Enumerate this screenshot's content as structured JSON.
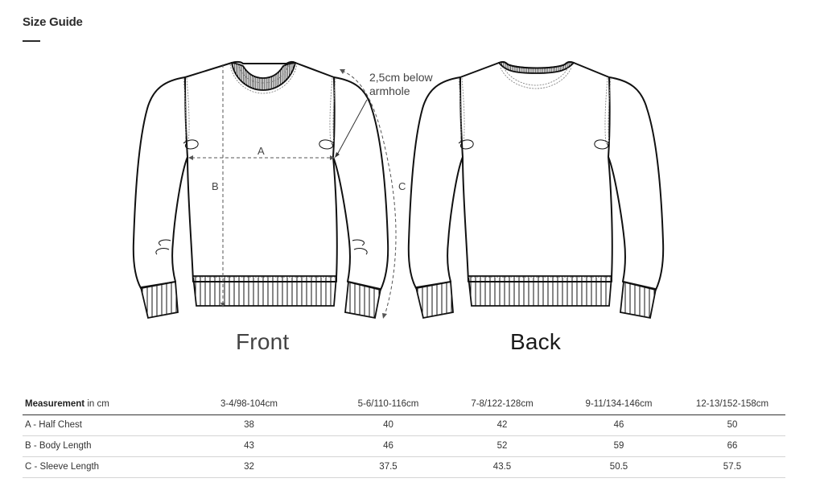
{
  "header": {
    "title": "Size Guide"
  },
  "illustration": {
    "front_label": "Front",
    "back_label": "Back",
    "armhole_note_line1": "2,5cm below",
    "armhole_note_line2": "armhole",
    "dimension_a": "A",
    "dimension_b": "B",
    "dimension_c": "C",
    "stroke_color": "#111111",
    "dash_color": "#555555"
  },
  "table": {
    "header_bold": "Measurement",
    "header_suffix": " in cm",
    "columns": [
      "3-4/98-104cm",
      "5-6/110-116cm",
      "7-8/122-128cm",
      "9-11/134-146cm",
      "12-13/152-158cm"
    ],
    "rows": [
      {
        "label": "A - Half Chest",
        "values": [
          "38",
          "40",
          "42",
          "46",
          "50"
        ]
      },
      {
        "label": "B - Body Length",
        "values": [
          "43",
          "46",
          "52",
          "59",
          "66"
        ]
      },
      {
        "label": "C - Sleeve Length",
        "values": [
          "32",
          "37.5",
          "43.5",
          "50.5",
          "57.5"
        ]
      }
    ]
  }
}
